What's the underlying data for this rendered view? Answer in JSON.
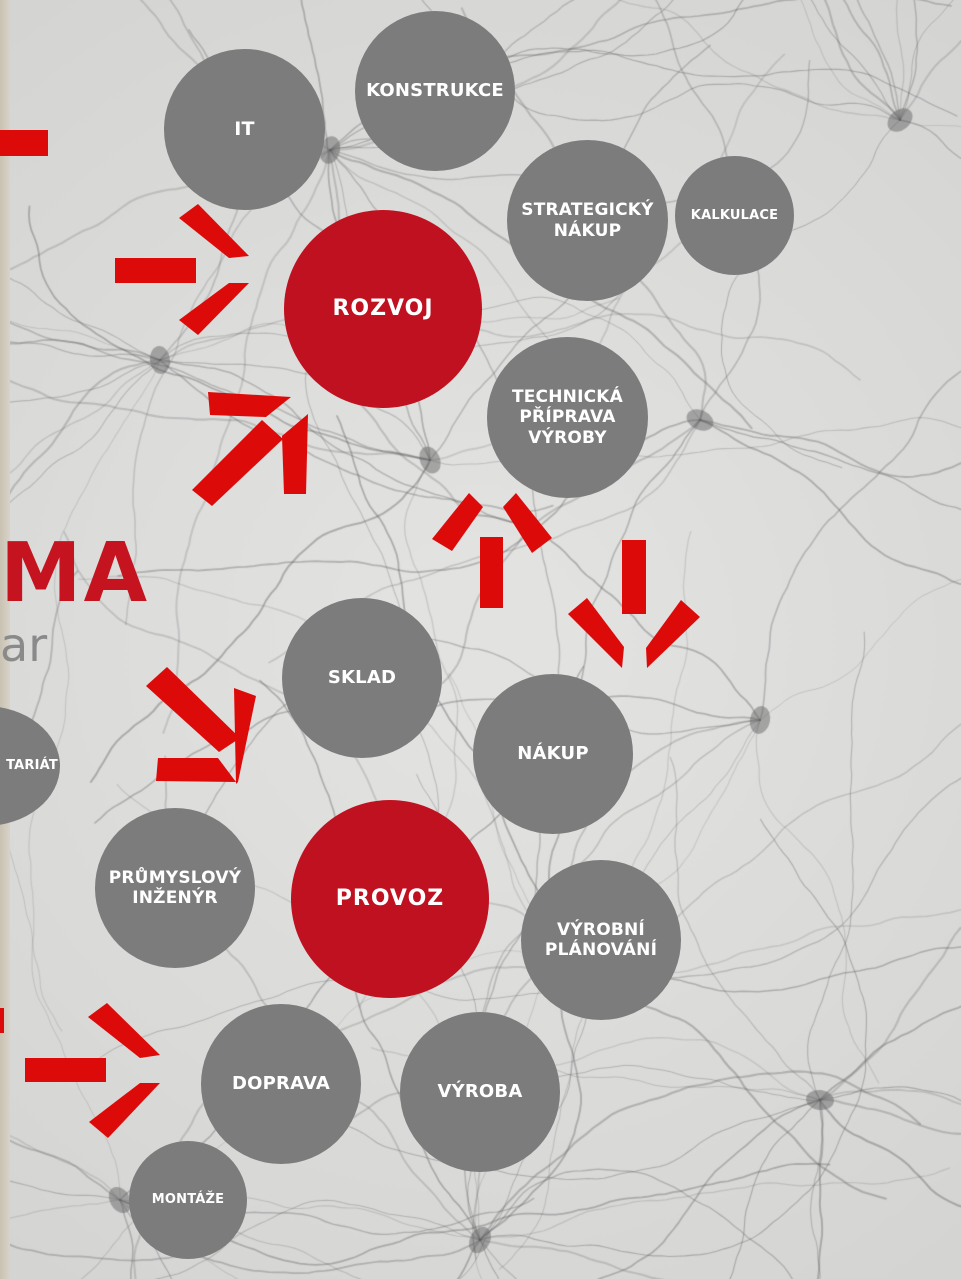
{
  "brand": {
    "partial_title": "MA",
    "partial_subtitle": "ar"
  },
  "colors": {
    "accent_red": "#c50d17",
    "node_red": "#bf1120",
    "node_gray": "#7c7c7c",
    "background": "#dcdcdb"
  },
  "nodes": {
    "it": "IT",
    "konstrukce": "KONSTRUKCE",
    "strategicky_nakup": "STRATEGICKÝ\nNÁKUP",
    "kalkulace": "KALKULACE",
    "rozvoj": "ROZVOJ",
    "technicka_priprava": "TECHNICKÁ\nPŘÍPRAVA\nVÝROBY",
    "sklad": "SKLAD",
    "nakup": "NÁKUP",
    "sekretariat": "TARIÁT",
    "prumyslovy_inzenyr": "PRŮMYSLOVÝ\nINŽENÝR",
    "provoz": "PROVOZ",
    "vyrobni_planovani": "VÝROBNÍ\nPLÁNOVÁNÍ",
    "doprava": "DOPRAVA",
    "vyroba": "VÝROBA",
    "montaze": "MONTÁŽE"
  }
}
